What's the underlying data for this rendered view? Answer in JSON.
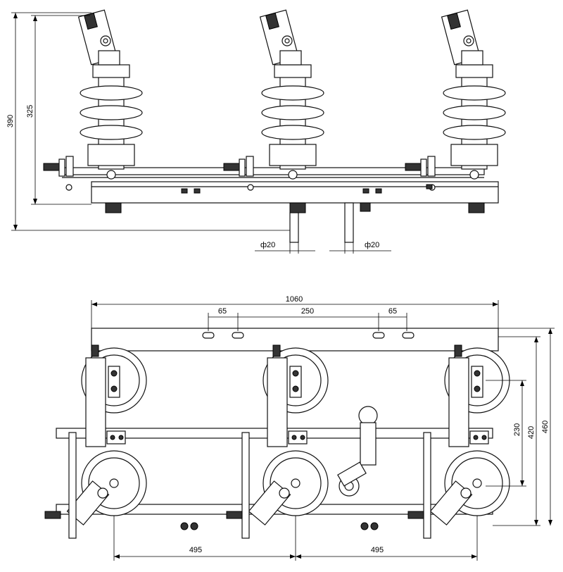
{
  "front_view": {
    "dims": {
      "overall_height": "390",
      "post_height": "325",
      "rod_dia_left": "ф20",
      "rod_dia_right": "ф20"
    }
  },
  "top_view": {
    "dims": {
      "overall_width": "1060",
      "slot_gap_left": "65",
      "slot_span": "250",
      "slot_gap_right": "65",
      "pole_pitch_left": "495",
      "pole_pitch_right": "495",
      "contact_spacing": "230",
      "rail_spacing": "420",
      "overall_depth": "460"
    }
  }
}
